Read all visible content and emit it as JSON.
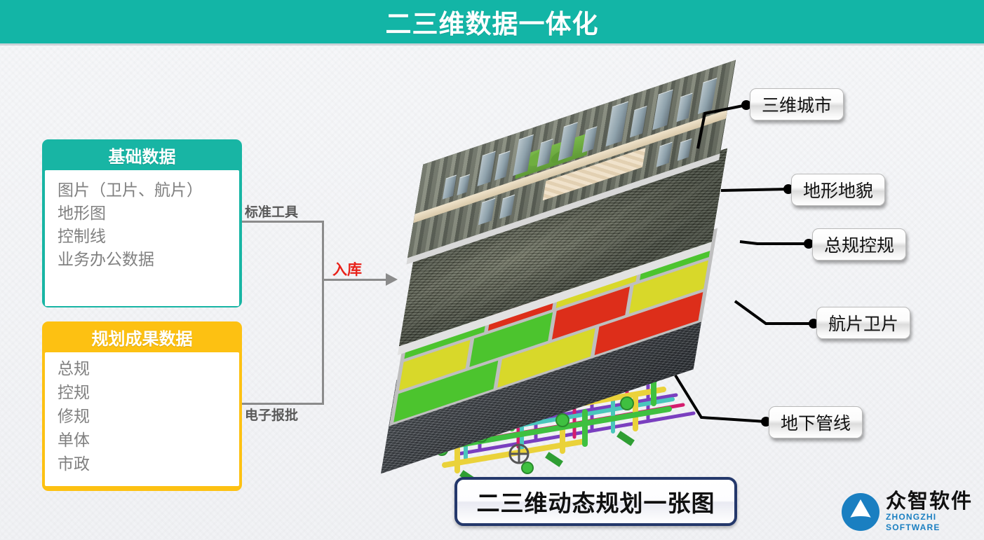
{
  "header": {
    "title": "二三维数据一体化",
    "bg_color": "#13b5a6"
  },
  "boxes": [
    {
      "id": "basic",
      "title": "基础数据",
      "color": "#18b5a4",
      "items": [
        "图片（卫片、航片）",
        "地形图",
        "控制线",
        "业务办公数据"
      ]
    },
    {
      "id": "plan",
      "title": "规划成果数据",
      "color": "#fdc112",
      "items": [
        "总规",
        "控规",
        "修规",
        "单体",
        "市政"
      ]
    }
  ],
  "connectors": {
    "top_label": "标准工具",
    "bottom_label": "电子报批",
    "arrow_label": "入库",
    "arrow_label_color": "#e8221a"
  },
  "callouts": [
    {
      "label": "三维城市"
    },
    {
      "label": "地形地貌"
    },
    {
      "label": "总规控规"
    },
    {
      "label": "航片卫片"
    },
    {
      "label": "地下管线"
    }
  ],
  "illustration": {
    "layers": [
      "3d-city-model",
      "terrain-relief",
      "zoning-plan",
      "aerial-imagery",
      "underground-pipelines"
    ]
  },
  "banner": {
    "text": "二三维动态规划一张图",
    "border_color": "#24386b"
  },
  "logo": {
    "cn": "众智软件",
    "en": "ZHONGZHI SOFTWARE",
    "color": "#1a7fc1"
  }
}
